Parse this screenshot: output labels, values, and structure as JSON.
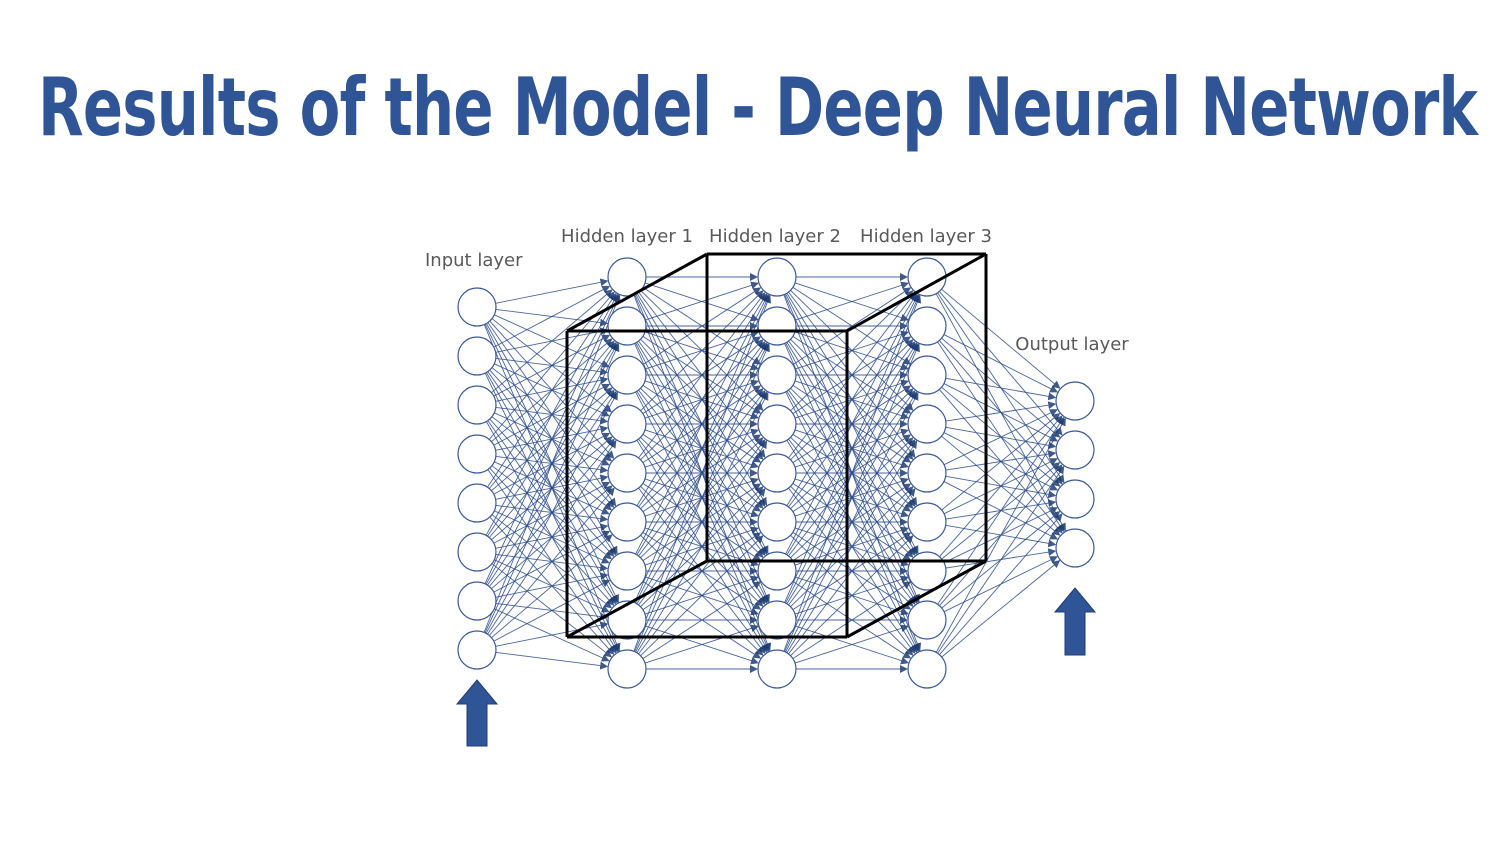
{
  "slide": {
    "title": "Results of the Model - Deep Neural Network"
  },
  "diagram": {
    "layers": [
      {
        "label": "Input layer",
        "nodes": 8
      },
      {
        "label": "Hidden layer 1",
        "nodes": 9
      },
      {
        "label": "Hidden layer 2",
        "nodes": 9
      },
      {
        "label": "Hidden layer 3",
        "nodes": 9
      },
      {
        "label": "Output layer",
        "nodes": 4
      }
    ],
    "colors": {
      "title": "#2f5597",
      "edges": "#2b4b8c",
      "node_stroke": "#3b5998",
      "arrows": "#2f5597",
      "cube": "#000000"
    }
  }
}
